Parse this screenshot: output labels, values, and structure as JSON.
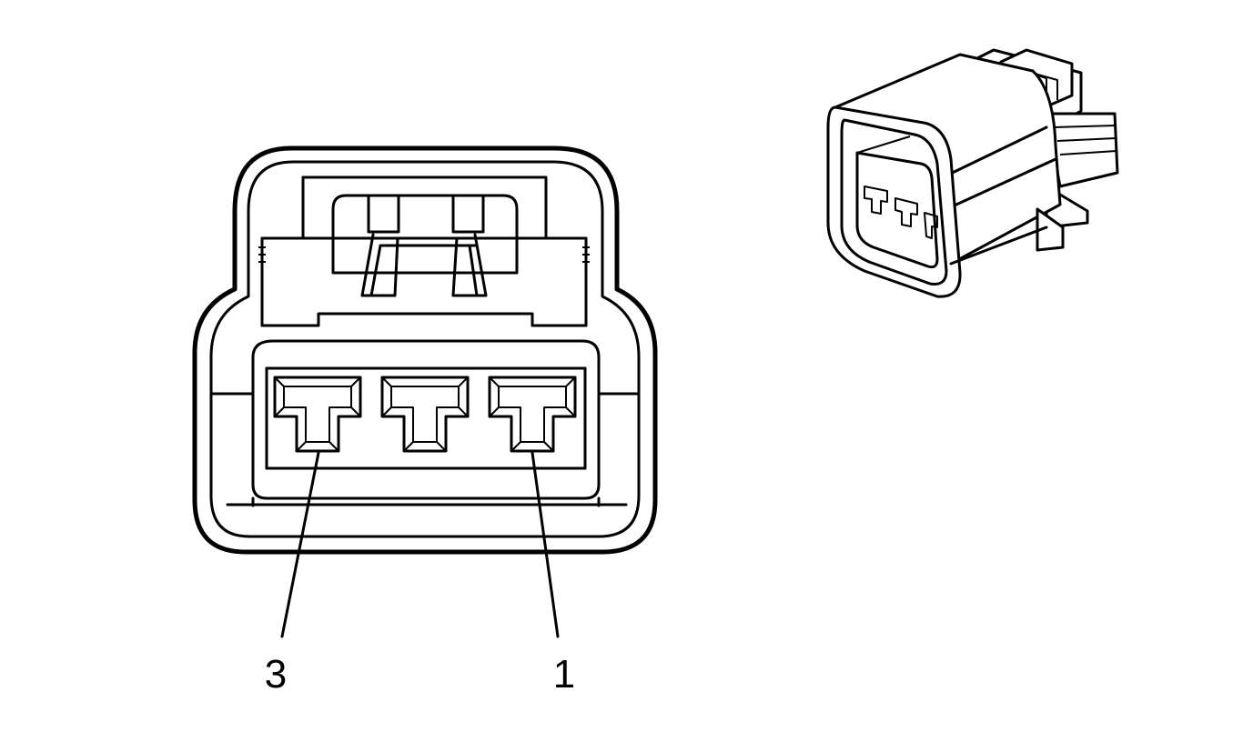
{
  "callouts": [
    {
      "id": "pin-3",
      "text": "3"
    },
    {
      "id": "pin-1",
      "text": "1"
    }
  ],
  "colors": {
    "line": "#000000",
    "background": "#ffffff"
  }
}
